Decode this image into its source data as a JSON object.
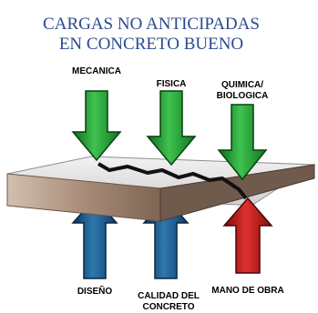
{
  "title": {
    "line1": "CARGAS NO ANTICIPADAS",
    "line2": "EN CONCRETO BUENO"
  },
  "top_arrows": [
    {
      "label_lines": [
        "MECANICA"
      ],
      "color": "#27a838"
    },
    {
      "label_lines": [
        "FISICA"
      ],
      "color": "#27a838"
    },
    {
      "label_lines": [
        "QUIMICA/",
        "BIOLOGICA"
      ],
      "color": "#27a838"
    }
  ],
  "bottom_arrows": [
    {
      "label_lines": [
        "DISEÑO"
      ],
      "color": "#1e5a8c"
    },
    {
      "label_lines": [
        "CALIDAD DEL",
        "CONCRETO"
      ],
      "color": "#1e5a8c"
    },
    {
      "label_lines": [
        "MANO DE OBRA"
      ],
      "color": "#c81a1a"
    }
  ],
  "colors": {
    "title": "#2b4a8f",
    "slab_top": "#e4e4e4",
    "slab_front": "#b09480",
    "crack": "#111111"
  }
}
